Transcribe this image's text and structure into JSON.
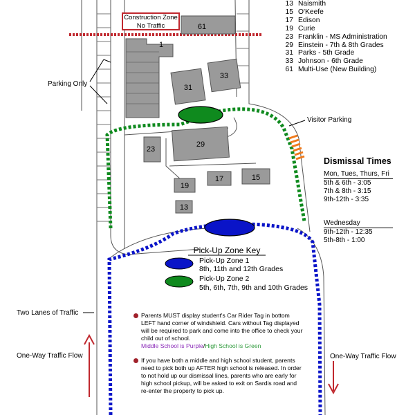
{
  "construction_zone": {
    "line1": "Construction Zone",
    "line2": "No Traffic"
  },
  "buildings": {
    "b1": "1",
    "b61": "61",
    "b31": "31",
    "b33": "33",
    "b23": "23",
    "b29": "29",
    "b19": "19",
    "b17": "17",
    "b15": "15",
    "b13": "13"
  },
  "building_key": [
    {
      "num": "13",
      "name": "Naismith"
    },
    {
      "num": "15",
      "name": "O'Keefe"
    },
    {
      "num": "17",
      "name": "Edison"
    },
    {
      "num": "19",
      "name": "Curie"
    },
    {
      "num": "23",
      "name": "Franklin - MS Administration"
    },
    {
      "num": "29",
      "name": "Einstein - 7th & 8th Grades"
    },
    {
      "num": "31",
      "name": "Parks - 5th Grade"
    },
    {
      "num": "33",
      "name": "Johnson - 6th Grade"
    },
    {
      "num": "61",
      "name": "Multi-Use (New Building)"
    }
  ],
  "labels": {
    "parking_only": "Parking Only",
    "visitor_parking": "Visitor Parking",
    "two_lanes": "Two Lanes of Traffic",
    "one_way_left": "One-Way Traffic Flow",
    "one_way_right": "One-Way Traffic Flow"
  },
  "dismissal": {
    "title": "Dismissal Times",
    "group1_header": "Mon, Tues, Thurs, Fri",
    "group1": [
      "5th & 6th - 3:05",
      "7th & 8th - 3:15",
      "9th-12th - 3:35"
    ],
    "group2_header": "Wednesday",
    "group2": [
      "9th-12th - 12:35",
      "5th-8th - 1:00"
    ]
  },
  "pickup_key": {
    "title": "Pick-Up Zone Key",
    "zone1_name": "Pick-Up Zone 1",
    "zone1_grades": "8th, 11th and 12th Grades",
    "zone2_name": "Pick-Up Zone 2",
    "zone2_grades": "5th, 6th, 7th, 9th and 10th Grades"
  },
  "notes": {
    "note1": "Parents MUST display student's Car Rider Tag in bottom LEFT hand corner of windshield. Cars without Tag displayed will be required to park and come into the office to check your child out of school.",
    "note1_purple": "Middle School is Purple",
    "note1_sep": "/",
    "note1_green": "High School is Green",
    "note2": "If you have both a middle and high school student, parents need to pick both up AFTER high school is released. In order to not hold up our dismissal lines, parents who are early for high school pickup, will be asked to exit on Sardis road and re-enter the property to pick up."
  },
  "colors": {
    "zone1": "#0a14c8",
    "zone2": "#0f8a1e",
    "construction": "#c0282e",
    "visitor": "#f07a1c",
    "arrow": "#c0282e",
    "building": "#9a9a9a"
  }
}
